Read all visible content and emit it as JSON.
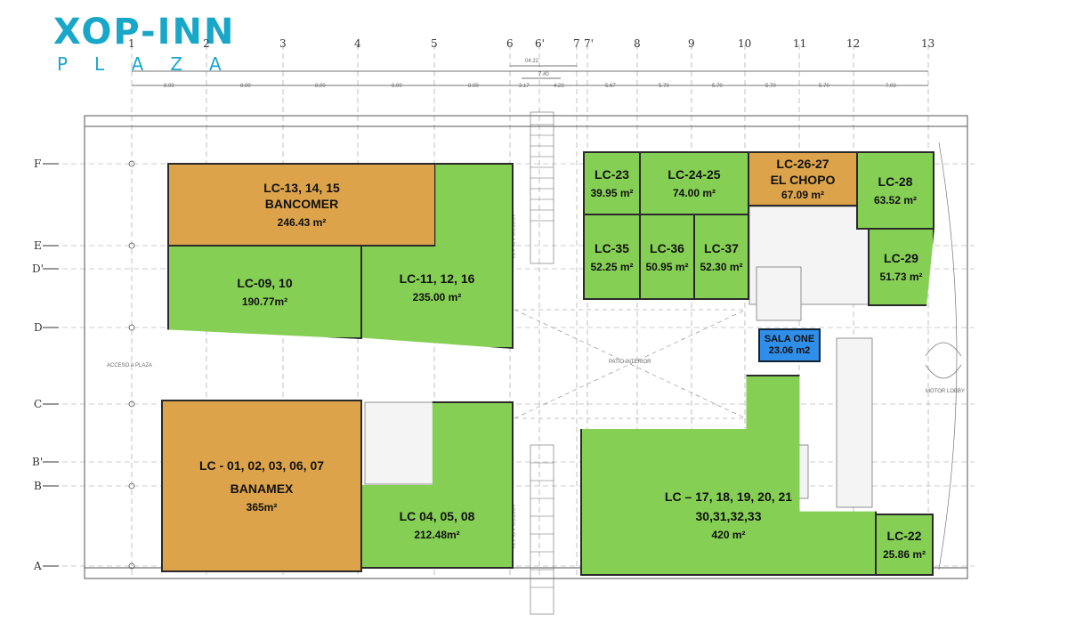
{
  "logo": {
    "title": "XOP-INN",
    "subtitle": "PLAZA"
  },
  "colors": {
    "leased_green": "#86cf55",
    "anchor_orange": "#dca34a",
    "sala_blue": "#2f8ee8",
    "logo_blue": "#19a7c9"
  },
  "grid": {
    "columns": [
      "1",
      "2",
      "3",
      "4",
      "5",
      "6",
      "6'",
      "7",
      "7'",
      "8",
      "9",
      "10",
      "11",
      "12",
      "13"
    ],
    "rows": [
      "F",
      "E",
      "D'",
      "D",
      "C",
      "B'",
      "B",
      "A"
    ],
    "spacings": [
      "8.00",
      "8.00",
      "8.00",
      "8.00",
      "8.00",
      "3.17",
      "4.23",
      "5.67",
      "5.70",
      "5.70",
      "5.70",
      "5.70",
      "7.03"
    ],
    "partial_dims": [
      "04.22",
      "7.40"
    ]
  },
  "units": {
    "lc_13_14_15": {
      "name": "LC-13, 14, 15",
      "tenant": "BANCOMER",
      "area": "246.43 m²"
    },
    "lc_09_10": {
      "name": "LC-09, 10",
      "area": "190.77m²"
    },
    "lc_11_12_16": {
      "name": "LC-11, 12, 16",
      "area": "235.00 m²"
    },
    "lc_23": {
      "name": "LC-23",
      "area": "39.95 m²"
    },
    "lc_24_25": {
      "name": "LC-24-25",
      "area": "74.00 m²"
    },
    "lc_26_27": {
      "name": "LC-26-27",
      "tenant": "EL CHOPO",
      "area": "67.09 m²"
    },
    "lc_28": {
      "name": "LC-28",
      "area": "63.52 m²"
    },
    "lc_35": {
      "name": "LC-35",
      "area": "52.25 m²"
    },
    "lc_36": {
      "name": "LC-36",
      "area": "50.95 m²"
    },
    "lc_37": {
      "name": "LC-37",
      "area": "52.30 m²"
    },
    "lc_29": {
      "name": "LC-29",
      "area": "51.73 m²"
    },
    "sala_one": {
      "name": "SALA ONE",
      "area": "23.06 m2"
    },
    "lc_01": {
      "name": "LC - 01, 02, 03, 06, 07",
      "tenant": "BANAMEX",
      "area": "365m²"
    },
    "lc_04": {
      "name": "LC  04, 05, 08",
      "area": "212.48m²"
    },
    "lc_17": {
      "name": "LC – 17, 18, 19, 20, 21",
      "name2": "30,31,32,33",
      "area": "420 m²"
    },
    "lc_22": {
      "name": "LC-22",
      "area": "25.86 m²"
    }
  },
  "notes": {
    "acceso_plaza_left": "ACCESO A PLAZA",
    "acceso_plaza_upper": "ACCESO A PLAZA",
    "acceso_plaza_lower": "ACCESO A PLAZA",
    "patio": "PATIO INTERIOR",
    "lobby": "MOTOR LOBBY"
  }
}
